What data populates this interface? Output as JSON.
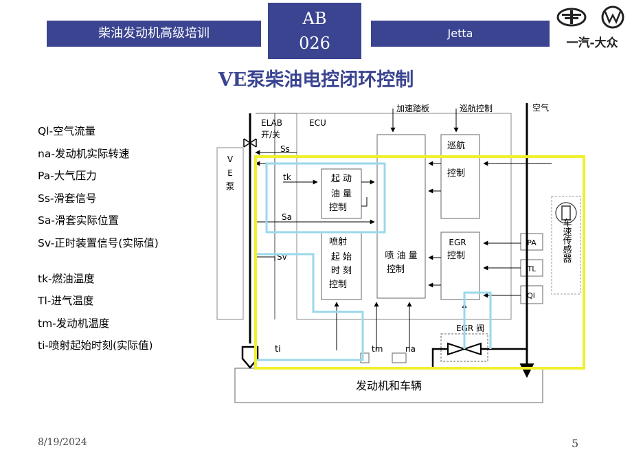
{
  "header": {
    "course_title": "柴油发动机高级培训",
    "code_line1": "AB",
    "code_line2": "026",
    "model": "Jetta",
    "brand_text": "一汽-大众"
  },
  "title": "VE泵柴油电控闭环控制",
  "legend": [
    "Ql-空气流量",
    "na-发动机实际转速",
    "Pa-大气压力",
    "Ss-滑套信号",
    "Sa-滑套实际位置",
    "Sv-正时装置信号(实际值)",
    "tk-燃油温度",
    "Tl-进气温度",
    "tm-发动机温度",
    "ti-喷射起始时刻(实际值)"
  ],
  "diagram": {
    "elab": "ELAB",
    "elab_switch": "开/关",
    "ecu": "ECU",
    "accel_pedal": "加速踏板",
    "cruise_control": "巡航控制",
    "air": "空气",
    "ve_pump_v": "V",
    "ve_pump_e": "E",
    "ve_pump_b": "泵",
    "ss": "Ss",
    "tk": "tk",
    "sa": "Sa",
    "sv": "Sv",
    "ti": "ti",
    "tm": "tm",
    "na": "na",
    "start_fuel_1": "起 动",
    "start_fuel_2": "油 量",
    "start_fuel_3": "控制",
    "inj_timing_1": "喷射",
    "inj_timing_2": "起 始",
    "inj_timing_3": "时 刻",
    "inj_timing_4": "控制",
    "inj_qty_1": "喷 油 量",
    "inj_qty_2": "控制",
    "cruise_box_1": "巡航",
    "cruise_box_2": "控制",
    "egr_box_1": "EGR",
    "egr_box_2": "控制",
    "pa": "PA",
    "tl": "TL",
    "ql": "Ql",
    "speed_sensor": "车速传感器",
    "egr_valve": "EGR 阀",
    "engine_vehicle": "发动机和车辆"
  },
  "footer": {
    "date": "8/19/2024",
    "page": "5"
  },
  "colors": {
    "brand_blue": "#3a4490",
    "title_blue": "#3a4490",
    "loop_yellow": "#f0f030",
    "loop_cyan": "#9ad8ea"
  }
}
